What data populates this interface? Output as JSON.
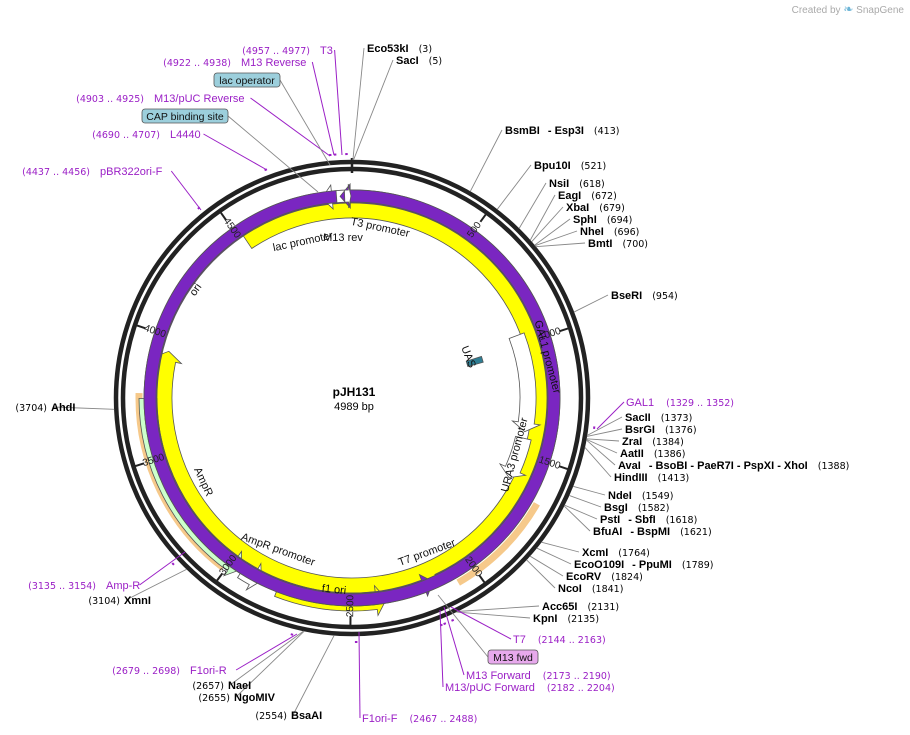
{
  "brand": {
    "created_by": "Created by",
    "product": "SnapGene"
  },
  "plasmid": {
    "name": "pJH131",
    "length_label": "4989 bp",
    "length": 4989
  },
  "colors": {
    "enzyme": "#000000",
    "primer": "#9b20c6",
    "ori": "#ffff00",
    "amp": "#ccffcc",
    "promoter": "#ffffff",
    "uas": "#2e7e94",
    "highlight": "#f6c98a",
    "label_bg": "#9ccfdc",
    "m13fwd_bg": "#e7a9ec"
  },
  "ticks": [
    {
      "bp": 500,
      "label": "500"
    },
    {
      "bp": 1000,
      "label": "1000"
    },
    {
      "bp": 1500,
      "label": "1500"
    },
    {
      "bp": 2000,
      "label": "2000"
    },
    {
      "bp": 2500,
      "label": "2500"
    },
    {
      "bp": 3000,
      "label": "3000"
    },
    {
      "bp": 3500,
      "label": "3500"
    },
    {
      "bp": 4000,
      "label": "4000"
    },
    {
      "bp": 4500,
      "label": "4500"
    }
  ],
  "enzymes": [
    {
      "name": "Eco53kI",
      "pos": "(3)",
      "bp": 3
    },
    {
      "name": "SacI",
      "pos": "(5)",
      "bp": 5
    },
    {
      "name": "BsmBI",
      "extra": "- Esp3I",
      "pos": "(413)",
      "bp": 413
    },
    {
      "name": "Bpu10I",
      "pos": "(521)",
      "bp": 521
    },
    {
      "name": "NsiI",
      "pos": "(618)",
      "bp": 618
    },
    {
      "name": "EagI",
      "pos": "(672)",
      "bp": 672
    },
    {
      "name": "XbaI",
      "pos": "(679)",
      "bp": 679
    },
    {
      "name": "SphI",
      "pos": "(694)",
      "bp": 694
    },
    {
      "name": "NheI",
      "pos": "(696)",
      "bp": 696
    },
    {
      "name": "BmtI",
      "pos": "(700)",
      "bp": 700
    },
    {
      "name": "BseRI",
      "pos": "(954)",
      "bp": 954
    },
    {
      "name": "SacII",
      "pos": "(1373)",
      "bp": 1373
    },
    {
      "name": "BsrGI",
      "pos": "(1376)",
      "bp": 1376
    },
    {
      "name": "ZraI",
      "pos": "(1384)",
      "bp": 1384
    },
    {
      "name": "AatII",
      "pos": "(1386)",
      "bp": 1386
    },
    {
      "name": "AvaI",
      "extra": "- BsoBI    - PaeR7I    - PspXI    - XhoI",
      "pos": "(1388)",
      "bp": 1388
    },
    {
      "name": "HindIII",
      "pos": "(1413)",
      "bp": 1413
    },
    {
      "name": "NdeI",
      "pos": "(1549)",
      "bp": 1549
    },
    {
      "name": "BsgI",
      "pos": "(1582)",
      "bp": 1582
    },
    {
      "name": "PstI",
      "extra": "- SbfI",
      "pos": "(1618)",
      "bp": 1618
    },
    {
      "name": "BfuAI",
      "extra": "- BspMI",
      "pos": "(1621)",
      "bp": 1621
    },
    {
      "name": "XcmI",
      "pos": "(1764)",
      "bp": 1764
    },
    {
      "name": "EcoO109I",
      "extra": "- PpuMI",
      "pos": "(1789)",
      "bp": 1789
    },
    {
      "name": "EcoRV",
      "pos": "(1824)",
      "bp": 1824
    },
    {
      "name": "NcoI",
      "pos": "(1841)",
      "bp": 1841
    },
    {
      "name": "Acc65I",
      "pos": "(2131)",
      "bp": 2131
    },
    {
      "name": "KpnI",
      "pos": "(2135)",
      "bp": 2135
    },
    {
      "name": "BsaAI",
      "pos": "(2554)",
      "bp": 2554
    },
    {
      "name": "NgoMIV",
      "pos": "(2655)",
      "bp": 2655
    },
    {
      "name": "NaeI",
      "pos": "(2657)",
      "bp": 2657
    },
    {
      "name": "XmnI",
      "pos": "(3104)",
      "bp": 3104
    },
    {
      "name": "AhdI",
      "pos": "(3704)",
      "bp": 3704
    }
  ],
  "primers": [
    {
      "name": "T3",
      "range": "(4957 .. 4977)",
      "bp": 4967
    },
    {
      "name": "M13 Reverse",
      "range": "(4922 .. 4938)",
      "bp": 4930
    },
    {
      "name": "M13/pUC Reverse",
      "range": "(4903 .. 4925)",
      "bp": 4914
    },
    {
      "name": "L4440",
      "range": "(4690 .. 4707)",
      "bp": 4698
    },
    {
      "name": "pBR322ori-F",
      "range": "(4437 .. 4456)",
      "bp": 4446
    },
    {
      "name": "GAL1",
      "range": "(1329 .. 1352)",
      "bp": 1340
    },
    {
      "name": "T7",
      "range": "(2144 .. 2163)",
      "bp": 2153
    },
    {
      "name": "M13 Forward",
      "range": "(2173 .. 2190)",
      "bp": 2181
    },
    {
      "name": "M13/pUC Forward",
      "range": "(2182 .. 2204)",
      "bp": 2193
    },
    {
      "name": "F1ori-F",
      "range": "(2467 .. 2488)",
      "bp": 2477
    },
    {
      "name": "F1ori-R",
      "range": "(2679 .. 2698)",
      "bp": 2688
    },
    {
      "name": "Amp-R",
      "range": "(3135 .. 3154)",
      "bp": 3144
    }
  ],
  "boxed_features": [
    {
      "name": "lac operator",
      "bp": 4945
    },
    {
      "name": "CAP binding site",
      "bp": 4880
    },
    {
      "name": "M13 fwd",
      "bp": 2182
    }
  ],
  "features": [
    {
      "name": "ori",
      "type": "ori",
      "start": 4520,
      "end": 3940,
      "dir": "cw"
    },
    {
      "name": "AmpR",
      "type": "amp",
      "start": 3740,
      "end": 2950,
      "dir": "ccw"
    },
    {
      "name": "AmpR promoter",
      "type": "promoter",
      "start": 2945,
      "end": 2860,
      "dir": "ccw"
    },
    {
      "name": "f1 ori",
      "type": "ori",
      "start": 2790,
      "end": 2360,
      "dir": "ccw"
    },
    {
      "name": "GAL1 promoter",
      "type": "promoter",
      "start": 960,
      "end": 1400,
      "dir": "cw"
    },
    {
      "name": "URA3 promoter",
      "type": "promoter",
      "start": 1430,
      "end": 1620,
      "dir": "cw"
    },
    {
      "name": "UAS",
      "type": "uas",
      "start": 1000,
      "end": 1060,
      "dir": "none"
    },
    {
      "name": "T7 promoter",
      "type": "uas_purple",
      "start": 2146,
      "end": 2165,
      "dir": "ccw"
    },
    {
      "name": "lac promoter",
      "type": "promoter",
      "start": 4840,
      "end": 4870,
      "dir": "ccw"
    },
    {
      "name": "M13 rev",
      "type": "uas_purple",
      "start": 4928,
      "end": 4942,
      "dir": "ccw"
    },
    {
      "name": "T3 promoter",
      "type": "promoter",
      "start": 4960,
      "end": 4985,
      "dir": "cw"
    }
  ],
  "highlights": [
    {
      "start": 1660,
      "end": 2080
    },
    {
      "start": 3010,
      "end": 3760
    }
  ]
}
